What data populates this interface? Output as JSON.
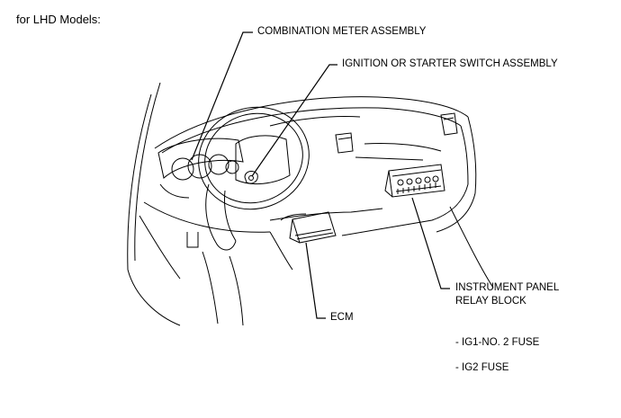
{
  "heading": "for LHD Models:",
  "labels": {
    "combination_meter": "COMBINATION METER ASSEMBLY",
    "ignition_switch": "IGNITION OR STARTER SWITCH ASSEMBLY",
    "relay_block_line1": "INSTRUMENT PANEL",
    "relay_block_line2": "RELAY BLOCK",
    "ecm": "ECM",
    "fuse_1": "- IG1-NO. 2 FUSE",
    "fuse_2": "- IG2 FUSE"
  }
}
